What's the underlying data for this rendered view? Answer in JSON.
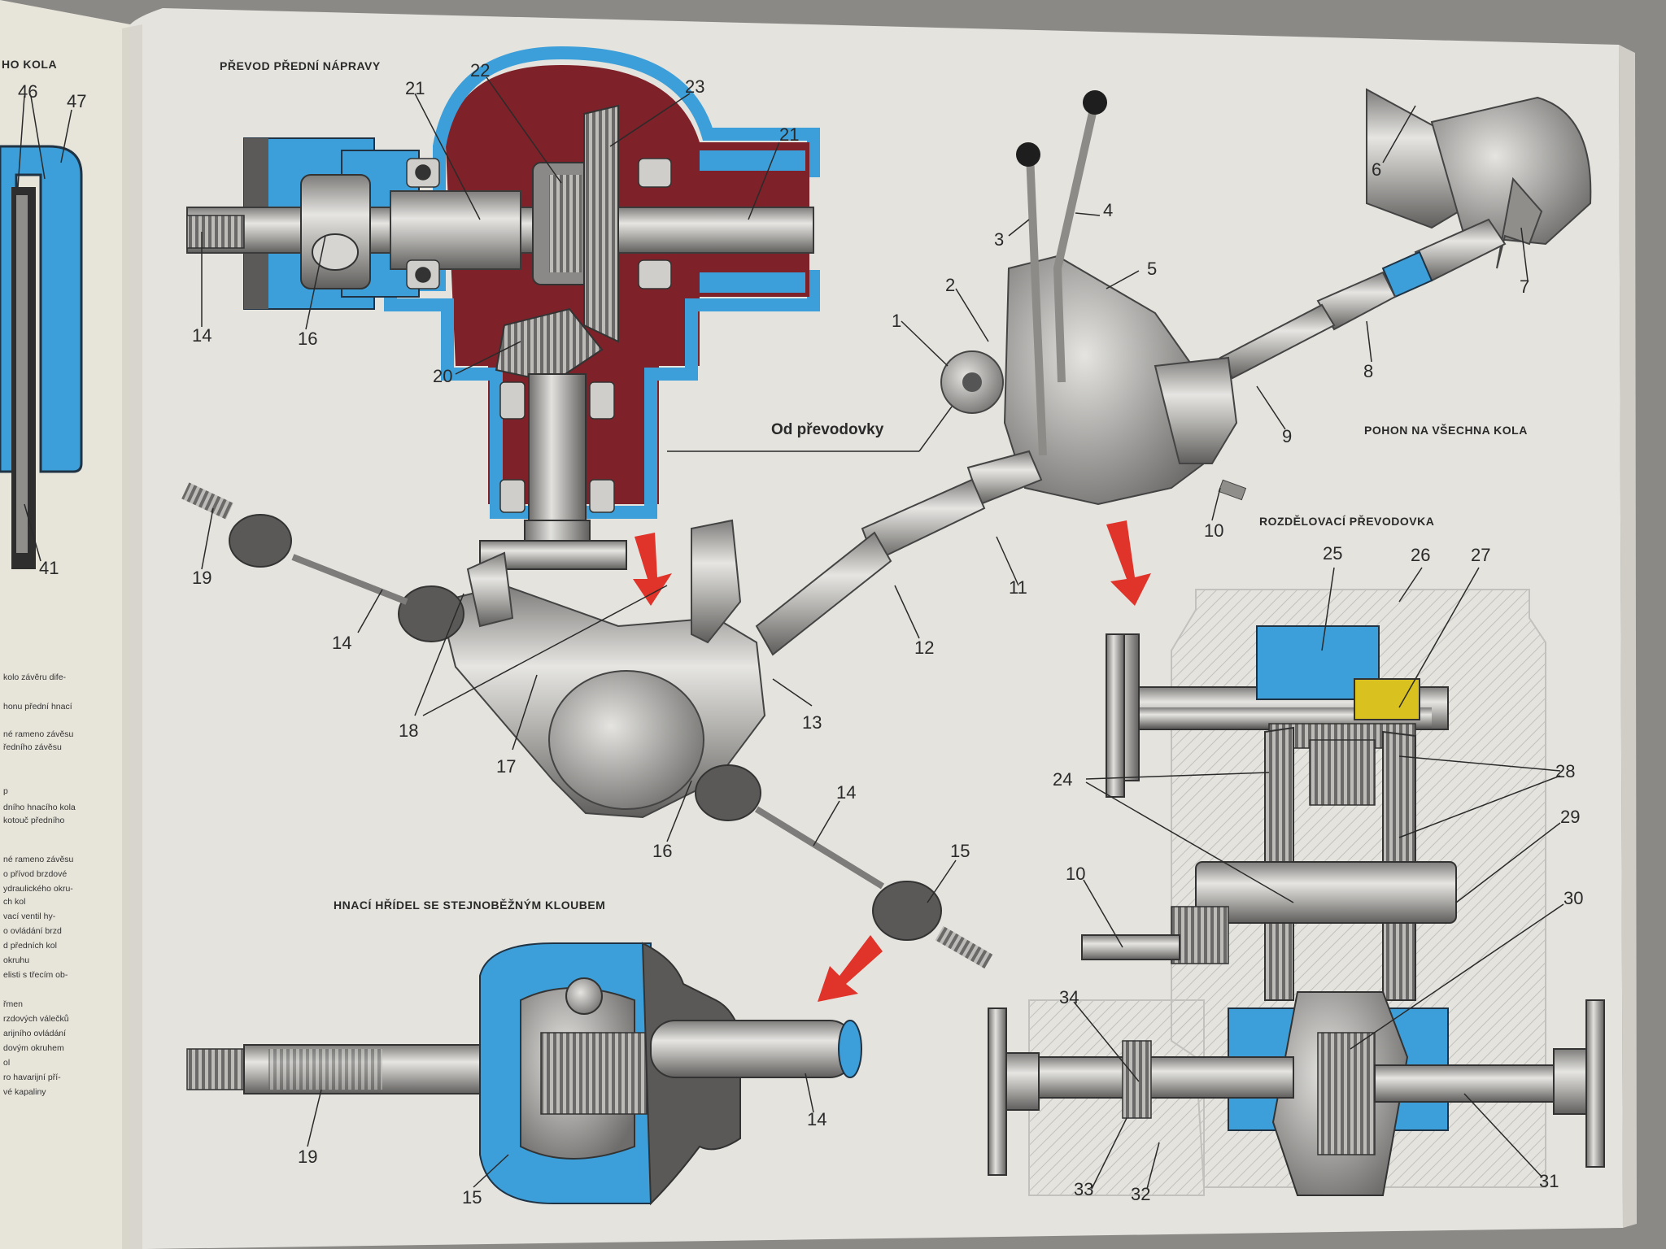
{
  "captions": {
    "left_page_header": "HO KOLA",
    "front_axle_drive": "PŘEVOD PŘEDNÍ NÁPRAVY",
    "from_gearbox": "Od převodovky",
    "all_wheel_drive": "POHON NA VŠECHNA KOLA",
    "transfer_case": "ROZDĚLOVACÍ PŘEVODOVKA",
    "cv_drive_shaft": "HNACÍ HŘÍDEL SE STEJNOBĚŽNÝM KLOUBEM"
  },
  "left_margin_text": [
    "kolo závěru dife-",
    "honu přední hnací",
    "né rameno závěsu",
    "ředního závěsu",
    "p",
    "dního hnacího kola",
    "kotouč předního",
    "né rameno závěsu",
    "o přívod brzdové",
    "ydraulického okru-",
    "ch kol",
    "vací ventil hy-",
    "o ovládání brzd",
    "d předních kol",
    "okruhu",
    "elisti s třecím ob-",
    "řmen",
    "rzdových válečků",
    "arijního ovládání",
    "dovým okruhem",
    "ol",
    "ro havarijní pří-",
    "vé kapaliny"
  ],
  "callouts": {
    "c46": "46",
    "c47": "47",
    "c41": "41",
    "c21a": "21",
    "c22": "22",
    "c23": "23",
    "c21b": "21",
    "c14a": "14",
    "c16a": "16",
    "c20": "20",
    "c1": "1",
    "c2": "2",
    "c3": "3",
    "c4": "4",
    "c5": "5",
    "c6": "6",
    "c7": "7",
    "c8": "8",
    "c9": "9",
    "c10a": "10",
    "c11": "11",
    "c19a": "19",
    "c14b": "14",
    "c18": "18",
    "c17": "17",
    "c12": "12",
    "c13": "13",
    "c16b": "16",
    "c14c": "14",
    "c15a": "15",
    "c25": "25",
    "c26": "26",
    "c27": "27",
    "c24": "24",
    "c28": "28",
    "c29": "29",
    "c10b": "10",
    "c30": "30",
    "c34": "34",
    "c33": "33",
    "c32": "32",
    "c31": "31",
    "c19b": "19",
    "c15b": "15",
    "c14d": "14"
  },
  "colors": {
    "page": "#e4e3de",
    "housing_blue": "#3d9fd9",
    "oil_red": "#7e2128",
    "steel": "#a9a8a6",
    "arrow_red": "#e0332a",
    "gear_yellow": "#d9c21f"
  }
}
